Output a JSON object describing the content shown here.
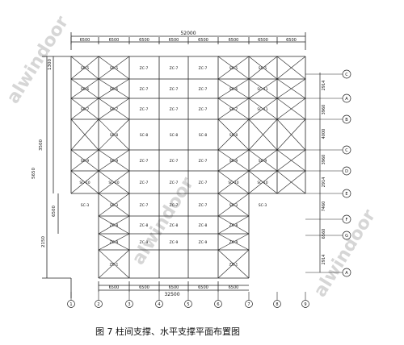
{
  "top_total_dim": "52000",
  "bottom_total_dim": "32500",
  "top_bay_dims": [
    "6500",
    "6500",
    "6500",
    "6500",
    "6500",
    "6500",
    "6500",
    "6500"
  ],
  "bottom_bay_dims": [
    "6500",
    "6500",
    "6500",
    "6500",
    "6500"
  ],
  "left_dims": [
    "1300",
    "3500",
    "5650",
    "2150",
    "6500"
  ],
  "right_dims": [
    "2914",
    "3960",
    "4000",
    "3960",
    "2914",
    "7460",
    "6560",
    "2914"
  ],
  "row_axes": [
    "C",
    "A",
    "B",
    "C",
    "D",
    "E",
    "F",
    "G",
    "A"
  ],
  "col_axes": [
    "1",
    "2",
    "3",
    "4",
    "5",
    "6",
    "7",
    "8",
    "9"
  ],
  "brace_labels": {
    "row1": [
      "SC-5",
      "SC-5",
      "ZC-7",
      "ZC-7",
      "ZC-7",
      "SC-5",
      "SC-5"
    ],
    "row2": [
      "SC-6",
      "SC-6",
      "ZC-7",
      "ZC-7",
      "ZC-7",
      "SC-6",
      "SC-11"
    ],
    "row3": [
      "SC-7",
      "SC-7",
      "ZC-7",
      "ZC-7",
      "ZC-7",
      "SC-7",
      "SC-11"
    ],
    "row4": [
      "SC-8",
      "SC-8",
      "SC-8",
      "SC-8",
      "SC-8"
    ],
    "row5": [
      "SC-9",
      "SC-9",
      "ZC-7",
      "ZC-7",
      "ZC-7",
      "SC-9",
      "SC-9"
    ],
    "row6": [
      "SC-10",
      "SC-10",
      "ZC-7",
      "ZC-7",
      "ZC-7",
      "SC-10",
      "SC-10"
    ],
    "row7": [
      "SC-3",
      "SC-3",
      "ZC-7",
      "ZC-7",
      "ZC-7",
      "SC-3",
      "SC-3"
    ],
    "row8": [
      "ZC-8",
      "ZC-8",
      "ZC-8",
      "ZC-8",
      "ZC-8"
    ],
    "row9": [
      "ZC-9",
      "ZC-9",
      "ZC-9",
      "ZC-9",
      "ZC-9"
    ],
    "row10": [
      "ZC-1",
      "ZC-1"
    ]
  },
  "caption": "图 7   柱间支撑、水平支撑平面布置图",
  "watermarks": [
    "alwindoor",
    "alwindoor",
    "alwindoor"
  ]
}
